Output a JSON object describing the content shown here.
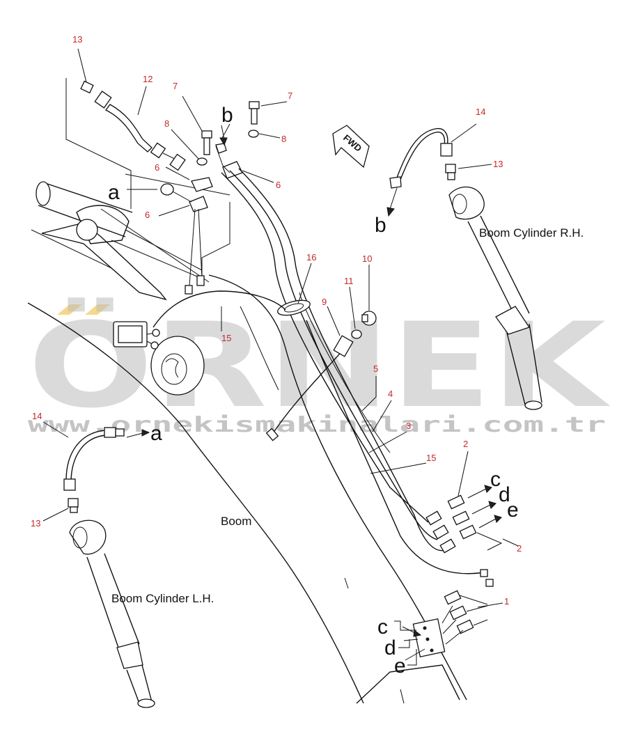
{
  "watermark": {
    "brand": "ÖRNEK",
    "url": "www.ornekismakinalari.com.tr",
    "accent_color": "#f5d98a",
    "text_color": "#bdbdbd"
  },
  "labels": {
    "boom": "Boom",
    "boom_cylinder_rh": "Boom Cylinder  R.H.",
    "boom_cylinder_lh": "Boom Cylinder  L.H.",
    "fwd": "FWD"
  },
  "letters": {
    "a": "a",
    "b": "b",
    "c": "c",
    "d": "d",
    "e": "e"
  },
  "part_numbers": {
    "p1": "1",
    "p2": "2",
    "p3": "3",
    "p4": "4",
    "p5": "5",
    "p6": "6",
    "p7": "7",
    "p8": "8",
    "p9": "9",
    "p10": "10",
    "p11": "11",
    "p12": "12",
    "p13": "13",
    "p14": "14",
    "p15": "15",
    "p16": "16"
  },
  "colors": {
    "callout": "#c62828",
    "line": "#111111"
  }
}
